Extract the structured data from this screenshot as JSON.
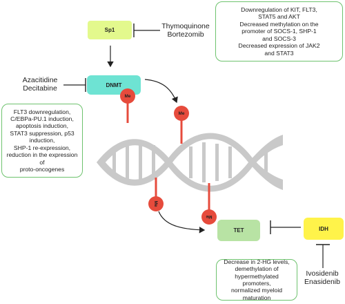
{
  "nodes": {
    "sp1": "Sp1",
    "dnmt": "DNMT",
    "tet": "TET",
    "idh": "IDH"
  },
  "drugs": {
    "sp1_inhibitors": [
      "Thymoquinone",
      "Bortezomib"
    ],
    "dnmt_inhibitors": [
      "Azacitidine",
      "Decitabine"
    ],
    "idh_inhibitors": [
      "Ivosidenib",
      "Enasidenib"
    ]
  },
  "effects": {
    "sp1_effects": [
      "Downregulation of KIT, FLT3,",
      "STAT5 and AKT",
      "Decreased methylation on the",
      "promoter of SOCS-1, SHP-1",
      "and SOCS-3",
      "Decreased expression of JAK2",
      "and STAT3"
    ],
    "dnmt_effects": [
      "FLT3 downregulation,",
      "C/EBPa-PU.1 induction,",
      "apoptosis induction,",
      "STAT3 suppression, p53",
      "induction,",
      "SHP-1 re-expression,",
      "reduction in the expression of",
      "proto-oncogenes"
    ],
    "idh_effects": [
      "Decrease in 2-HG levels,",
      "demethylation of",
      "hypermethylated promoters,",
      "normalized myeloid maturation"
    ]
  },
  "methyl_label": "Me",
  "colors": {
    "sp1": "#e3f98d",
    "dnmt": "#6ee3d3",
    "tet": "#b8e3a4",
    "idh": "#fff34a",
    "methyl": "#e64b3c",
    "dna": "#c9c9c9",
    "box_border": "#6dc26d"
  }
}
